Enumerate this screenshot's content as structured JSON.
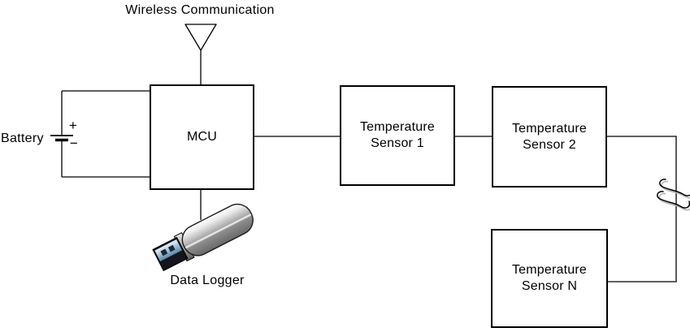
{
  "labels": {
    "wireless": "Wireless Communication",
    "battery": "Battery",
    "battery_plus": "+",
    "battery_minus": "−",
    "data_logger": "Data Logger"
  },
  "blocks": {
    "mcu": {
      "label": "MCU"
    },
    "sensor1": {
      "line1": "Temperature",
      "line2": "Sensor 1"
    },
    "sensor2": {
      "line1": "Temperature",
      "line2": "Sensor 2"
    },
    "sensorN": {
      "line1": "Temperature",
      "line2": "Sensor N"
    }
  },
  "icons": {
    "antenna": "inverted-triangle-on-mast",
    "battery_symbol": "long-short-plate-cell",
    "usb_drive": "silver-usb-flash-stick",
    "wire_break": "double-squiggle-break"
  },
  "colors": {
    "line": "#000000",
    "box_border": "#000000",
    "background": "#ffffff",
    "break_shadow": "#b3b3b3",
    "usb_body_light": "#ffffff",
    "usb_body_dark": "#686868",
    "usb_plug_face_light": "#dcebf5",
    "usb_plug_face_dark": "#5d87a6",
    "usb_plug_housing": "#15151d",
    "usb_plug_hole": "#1c2736"
  }
}
